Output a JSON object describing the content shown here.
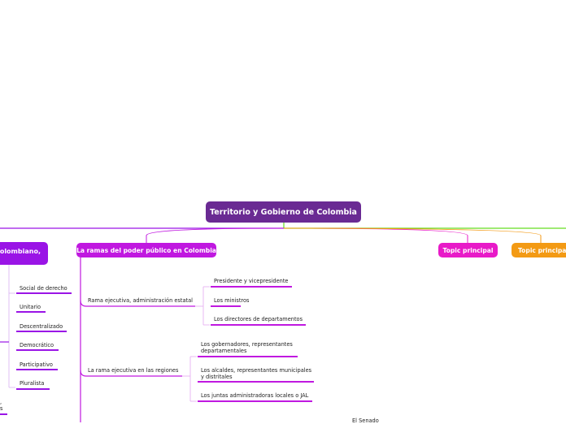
{
  "central": {
    "label": "Territorio y Gobierno de Colombia"
  },
  "main": {
    "left_label": "colombiano,",
    "ramas_label": "La ramas del poder público en Colombia",
    "topic1_label": "Topic principal",
    "topic2_label": "Topic principal"
  },
  "left_branch": {
    "items": [
      "Social de derecho",
      "Unitario",
      "Descentralizado",
      "Democrático",
      "Participativo",
      "Pluralista"
    ],
    "partial": [
      ",",
      "s"
    ]
  },
  "ramas": {
    "ejecutiva_estatal": {
      "label": "Rama ejecutiva, administración estatal",
      "children": [
        "Presidente y vicepresidente",
        "Los ministros",
        "Los directores de departamentos"
      ]
    },
    "ejecutiva_regiones": {
      "label": "La rama ejecutiva en las regiones",
      "children": [
        [
          "Los gobernadores, representantes",
          "departamentales"
        ],
        [
          "Los alcaldes, representantes municipales",
          "y distritales"
        ],
        [
          "Los juntas administradoras locales o JAL"
        ]
      ]
    },
    "senado": "El Senado"
  },
  "colors": {
    "central": "#6a2a93",
    "left": "#9a14e6",
    "ramas": "#c018e0",
    "topic1": "#e81ac8",
    "topic2": "#f39a14",
    "line_green": "#66dd22"
  }
}
